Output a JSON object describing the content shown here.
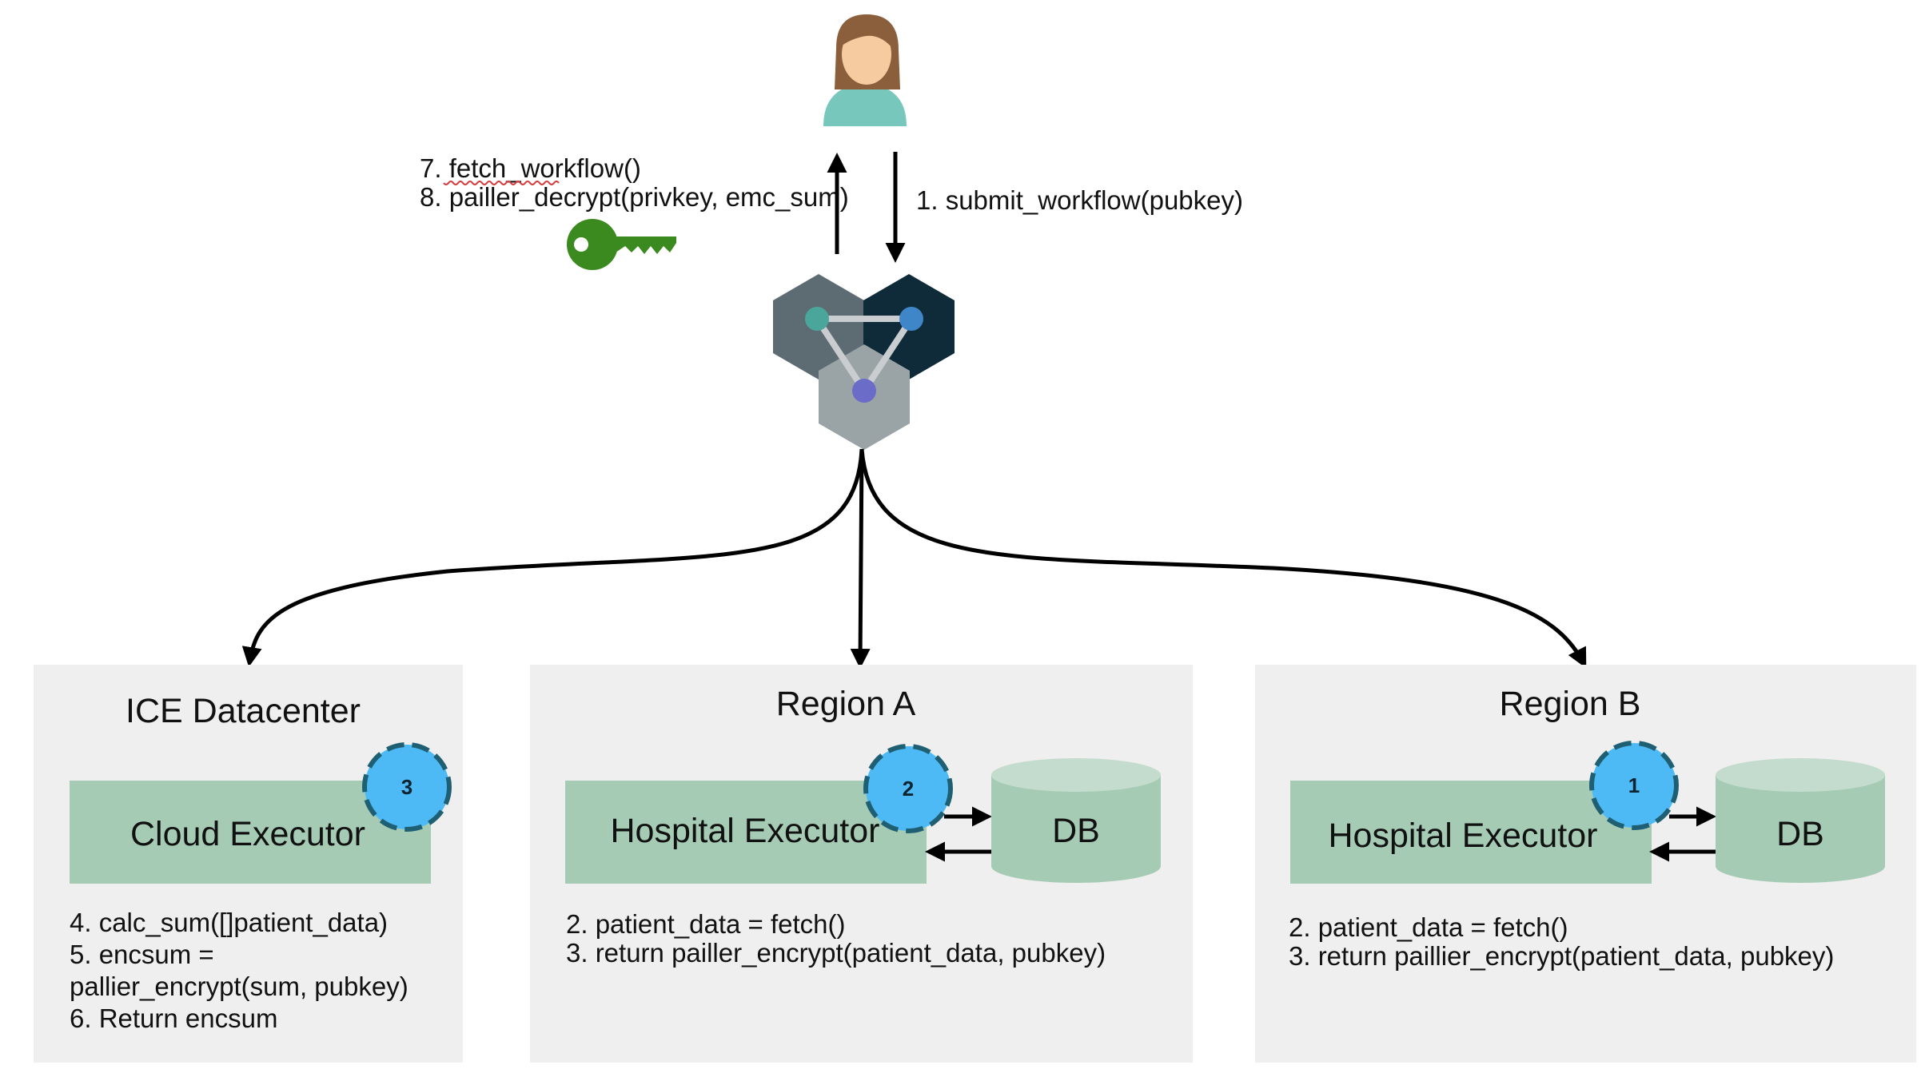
{
  "user_actions": {
    "fetch": "7. fetch_workflow()",
    "decrypt": "8. pailler_decrypt(privkey, emc_sum)",
    "submit": "1. submit_workflow(pubkey)"
  },
  "icons": {
    "user": "user-icon",
    "key": "key-icon",
    "orchestrator": "hexagon-network-icon"
  },
  "colors": {
    "panel_bg": "#efefef",
    "executor_fill": "#a5cbb4",
    "db_top": "#c4dccd",
    "db_body": "#a5cbb4",
    "badge_fill": "#4dbaf5",
    "badge_stroke": "#1f5f73",
    "key_green": "#3a8a1f",
    "hex_left": "#5d6c73",
    "hex_right": "#0f2a38",
    "hex_bottom": "#9aa3a6",
    "node_teal": "#4aa59b",
    "node_blue": "#3e86c8",
    "node_purple": "#6a6cc8"
  },
  "regions": [
    {
      "title": "ICE Datacenter",
      "executor": "Cloud Executor",
      "badge": "3",
      "steps": [
        "4. calc_sum([]patient_data)",
        "5. encsum =",
        "pallier_encrypt(sum, pubkey)",
        "6. Return encsum"
      ]
    },
    {
      "title": "Region A",
      "executor": "Hospital Executor",
      "db": "DB",
      "badge": "2",
      "steps": [
        "2. patient_data = fetch()",
        "3. return pailler_encrypt(patient_data, pubkey)"
      ]
    },
    {
      "title": "Region B",
      "executor": "Hospital Executor",
      "db": "DB",
      "badge": "1",
      "steps": [
        "2. patient_data = fetch()",
        "3. return paillier_encrypt(patient_data, pubkey)"
      ]
    }
  ]
}
